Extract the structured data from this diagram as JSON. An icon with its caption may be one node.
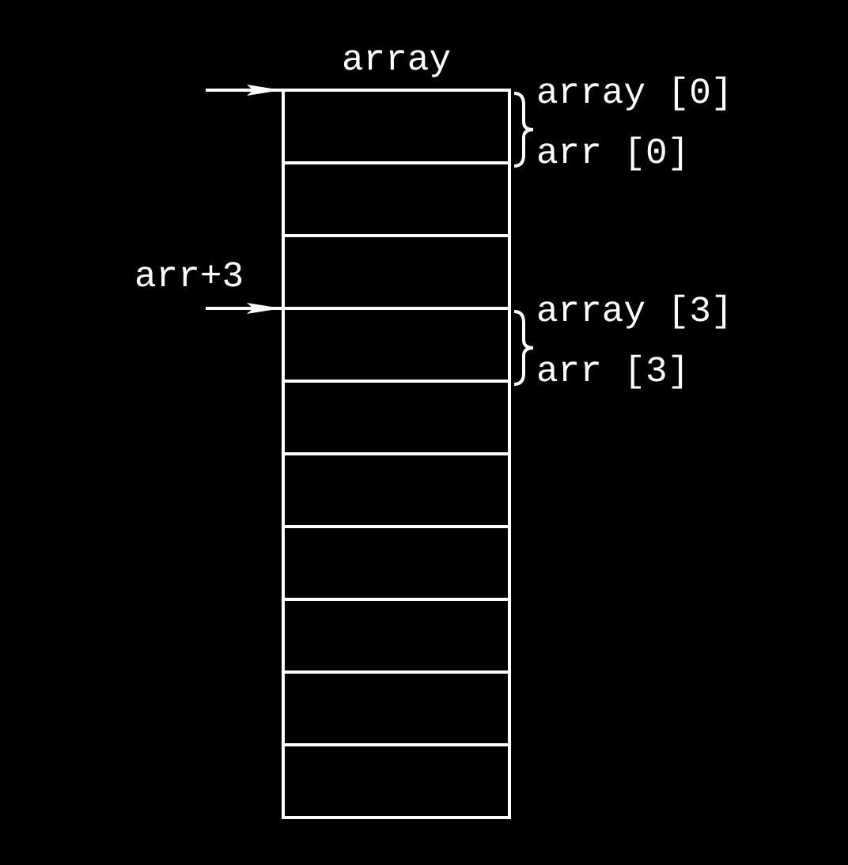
{
  "diagram": {
    "nodes": [
      {
        "text": [
          "array"
        ]
      },
      {
        "text": [],
        "shape": "box",
        "in": 0,
        "beside": [
          "array [0]",
          "arr [0]"
        ]
      },
      {
        "text": [],
        "shape": "box",
        "in": 0
      },
      {
        "text": [],
        "shape": "box",
        "in": 0
      },
      {
        "text": [],
        "shape": "box",
        "in": 0,
        "beside": [
          "array [3]",
          "arr [3]"
        ]
      },
      {
        "text": [],
        "shape": "box",
        "in": 0
      },
      {
        "text": [],
        "shape": "box",
        "in": 0
      },
      {
        "text": [],
        "shape": "box",
        "in": 0
      },
      {
        "text": [],
        "shape": "box",
        "in": 0
      },
      {
        "text": [],
        "shape": "box",
        "in": 0
      },
      {
        "text": [],
        "shape": "box",
        "in": 0
      }
    ],
    "edges": [
      {
        "from": null,
        "to": 1,
        "arrow": "to"
      },
      {
        "from": null,
        "to": 4,
        "arrow": "to",
        "label": "arr+3"
      }
    ]
  }
}
